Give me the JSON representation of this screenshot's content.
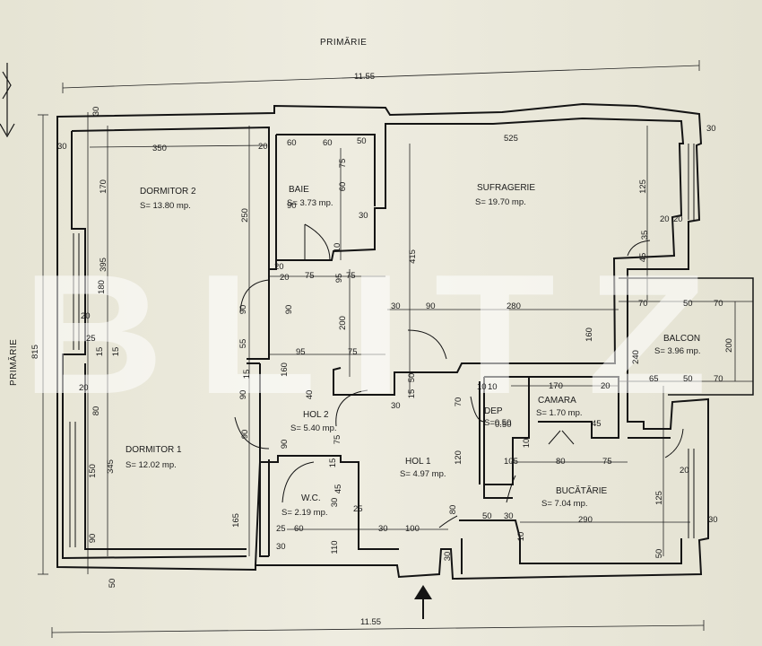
{
  "plan": {
    "street_top": "PRIMĂRIE",
    "street_left": "PRIMĂRIE",
    "overall_width_top": "11.55",
    "overall_width_bottom": "11.55",
    "overall_height_left": "815",
    "watermark": "BLITZ"
  },
  "rooms": [
    {
      "name": "DORMITOR 2",
      "area": "S= 13.80 mp."
    },
    {
      "name": "BAIE",
      "area": "S= 3.73 mp."
    },
    {
      "name": "SUFRAGERIE",
      "area": "S= 19.70 mp."
    },
    {
      "name": "BALCON",
      "area": "S= 3.96 mp."
    },
    {
      "name": "HOL 2",
      "area": "S= 5.40 mp."
    },
    {
      "name": "DEP",
      "area": "S=0.50"
    },
    {
      "name": "CAMARA",
      "area": "S= 1.70 mp."
    },
    {
      "name": "DORMITOR 1",
      "area": "S= 12.02 mp."
    },
    {
      "name": "HOL 1",
      "area": "S= 4.97 mp."
    },
    {
      "name": "W.C.",
      "area": "S= 2.19 mp."
    },
    {
      "name": "BUCĂTĂRIE",
      "area": "S= 7.04 mp."
    }
  ],
  "dimensions": [
    "30",
    "30",
    "350",
    "20",
    "60",
    "60",
    "50",
    "525",
    "30",
    "170",
    "250",
    "75",
    "60",
    "30",
    "415",
    "125",
    "20",
    "20",
    "395",
    "35",
    "90",
    "10",
    "95",
    "20",
    "75",
    "75",
    "20",
    "45",
    "180",
    "90",
    "90",
    "200",
    "30",
    "90",
    "280",
    "70",
    "50",
    "70",
    "20",
    "15",
    "55",
    "95",
    "75",
    "160",
    "240",
    "200",
    "25",
    "15",
    "160",
    "90",
    "40",
    "15",
    "50",
    "65",
    "50",
    "70",
    "20",
    "80",
    "70",
    "10",
    "10",
    "170",
    "20",
    "15",
    "30",
    "90",
    "90",
    "75",
    "0.50",
    "45",
    "345",
    "150",
    "120",
    "10",
    "105",
    "80",
    "75",
    "15",
    "45",
    "30",
    "20",
    "165",
    "90",
    "25",
    "60",
    "25",
    "30",
    "100",
    "80",
    "50",
    "30",
    "125",
    "30",
    "10",
    "290",
    "110",
    "30",
    "50",
    "50",
    "30"
  ],
  "colors": {
    "paper": "#e9e7d9",
    "ink": "#151515",
    "watermark": "#ffffff"
  }
}
